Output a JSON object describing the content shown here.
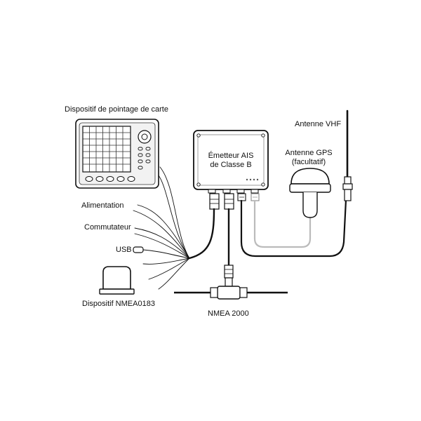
{
  "labels": {
    "chartplotter": "Dispositif de pointage de carte",
    "power": "Alimentation",
    "switch": "Commutateur",
    "usb": "USB",
    "nmea0183": "Dispositif NMEA0183",
    "nmea2000": "NMEA 2000",
    "vhf_antenna": "Antenne VHF",
    "gps_antenna_line1": "Antenne GPS",
    "gps_antenna_line2": "(facultatif)",
    "transponder_line1": "Émetteur AIS",
    "transponder_line2": "de Classe B"
  },
  "colors": {
    "stroke": "#111111",
    "gps_cable": "#bbbbbb",
    "background": "#ffffff"
  }
}
